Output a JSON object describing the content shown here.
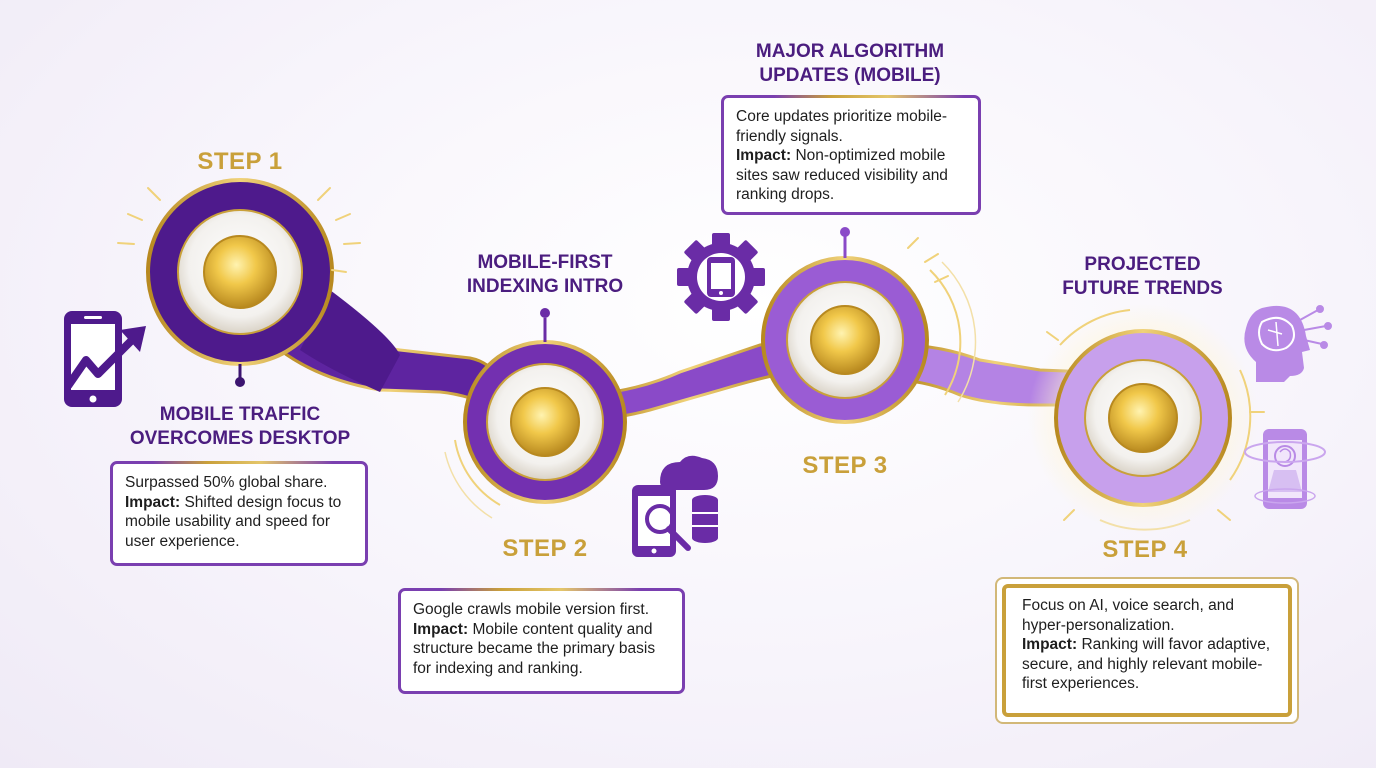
{
  "steps": [
    {
      "label": "STEP 1",
      "title": "MOBILE TRAFFIC\nOVERCOMES DESKTOP",
      "description": "Surpassed 50% global share.",
      "impact_label": "Impact:",
      "impact_text": "Shifted design focus to mobile usability and speed for user experience."
    },
    {
      "label": "STEP 2",
      "title": "MOBILE-FIRST\nINDEXING INTRO",
      "description": "Google crawls mobile version first.",
      "impact_label": "Impact:",
      "impact_text": "Mobile content quality and structure became the primary basis for indexing and ranking."
    },
    {
      "label": "STEP 3",
      "title": "MAJOR ALGORITHM\nUPDATES (MOBILE)",
      "description": "Core updates prioritize mobile-friendly signals.",
      "impact_label": "Impact:",
      "impact_text": "Non-optimized mobile sites saw reduced visibility and ranking drops."
    },
    {
      "label": "STEP 4",
      "title": "PROJECTED\nFUTURE TRENDS",
      "description": "Focus on AI, voice search, and hyper-personalization.",
      "impact_label": "Impact:",
      "impact_text": "Ranking will favor adaptive, secure, and highly relevant mobile-first experiences."
    }
  ],
  "icons": {
    "step1": "smartphone-trend-icon",
    "step2": "mobile-search-cloud-database-icon",
    "step3": "gear-smartphone-icon",
    "step4_top": "ai-brain-head-icon",
    "step4_bottom": "holographic-phone-brain-icon"
  },
  "colors": {
    "step1": "#4e1a8c",
    "step2": "#7330b0",
    "step3": "#9a5cd4",
    "step4": "#c7a0ec",
    "gold": "#c9a03a",
    "title": "#4b1d7f"
  }
}
